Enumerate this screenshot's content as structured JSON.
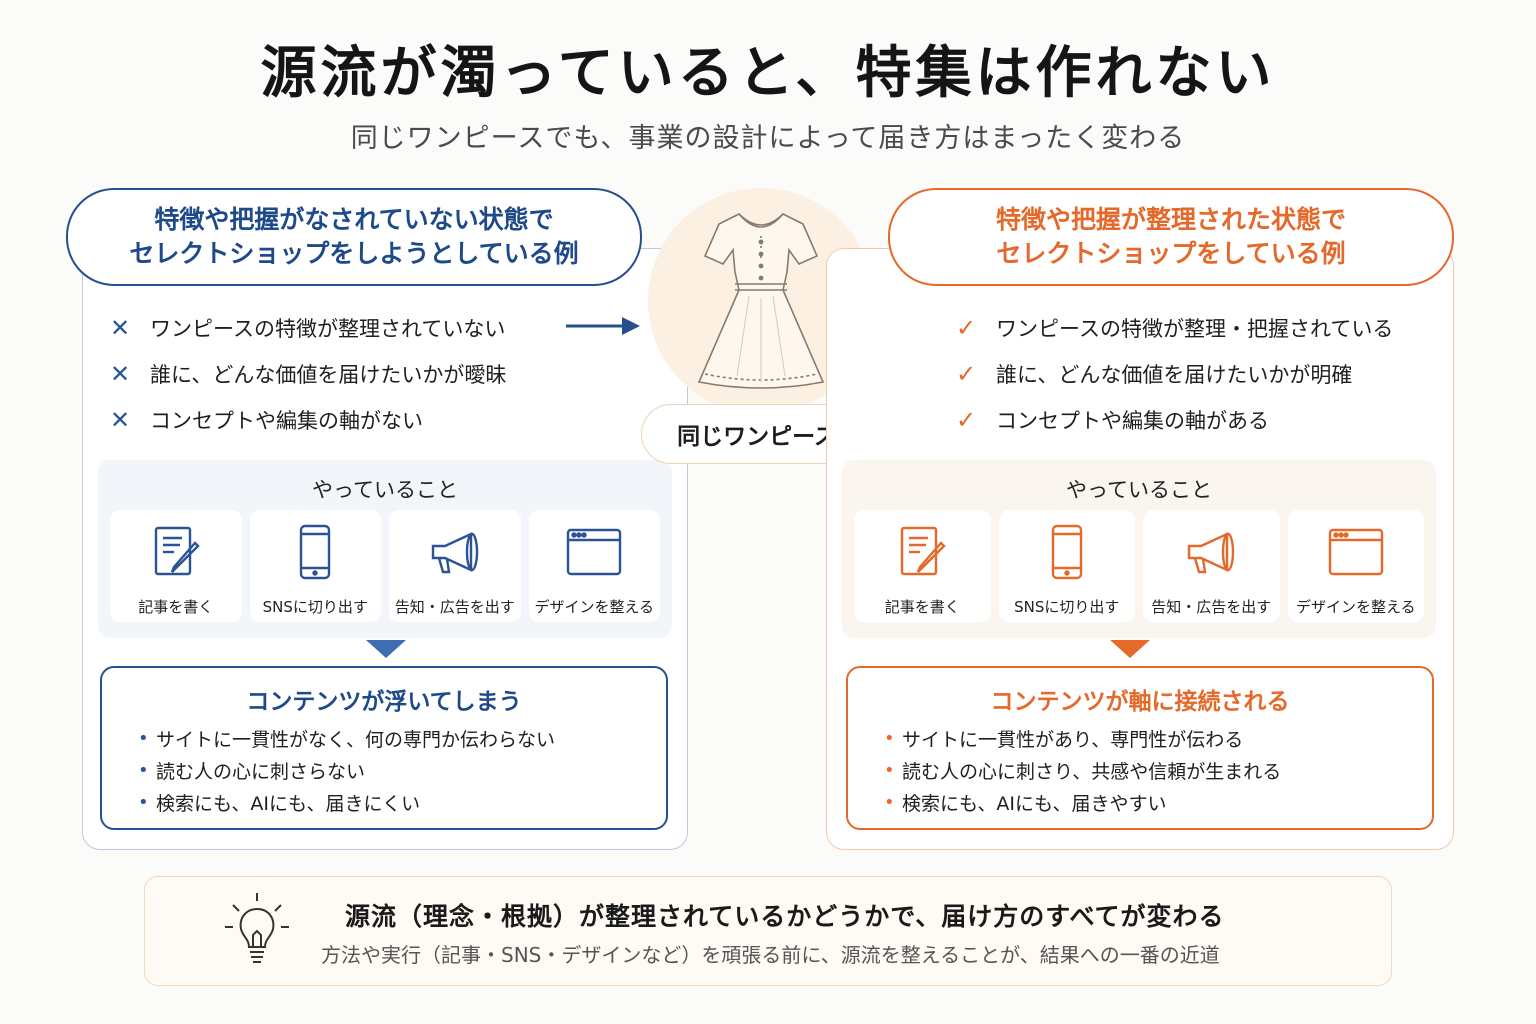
{
  "title": "源流が濁っていると、特集は作れない",
  "subtitle": "同じワンピースでも、事業の設計によって届き方はまったく変わる",
  "left": {
    "heading_line1": "特徴や把握がなされていない状態で",
    "heading_line2": "セレクトショップをしようとしている例",
    "items": [
      "ワンピースの特徴が整理されていない",
      "誰に、どんな価値を届けたいかが曖昧",
      "コンセプトや編集の軸がない"
    ],
    "mark": "✕",
    "doing_title": "やっていること",
    "actions": [
      "記事を書く",
      "SNSに切り出す",
      "告知・広告を出す",
      "デザインを整える"
    ],
    "result_title": "コンテンツが浮いてしまう",
    "bullets": [
      "サイトに一貫性がなく、何の専門か伝わらない",
      "読む人の心に刺さらない",
      "検索にも、AIにも、届きにくい"
    ],
    "color": "#264f8e"
  },
  "center": {
    "label": "同じワンピース"
  },
  "right": {
    "heading_line1": "特徴や把握が整理された状態で",
    "heading_line2": "セレクトショップをしている例",
    "items": [
      "ワンピースの特徴が整理・把握されている",
      "誰に、どんな価値を届けたいかが明確",
      "コンセプトや編集の軸がある"
    ],
    "mark": "✓",
    "doing_title": "やっていること",
    "actions": [
      "記事を書く",
      "SNSに切り出す",
      "告知・広告を出す",
      "デザインを整える"
    ],
    "result_title": "コンテンツが軸に接続される",
    "bullets": [
      "サイトに一貫性があり、専門性が伝わる",
      "読む人の心に刺さり、共感や信頼が生まれる",
      "検索にも、AIにも、届きやすい"
    ],
    "color": "#e4692a"
  },
  "bullet_char": "•",
  "bottom": {
    "main": "源流（理念・根拠）が整理されているかどうかで、届け方のすべてが変わる",
    "sub": "方法や実行（記事・SNS・デザインなど）を頑張る前に、源流を整えることが、結果への一番の近道"
  }
}
